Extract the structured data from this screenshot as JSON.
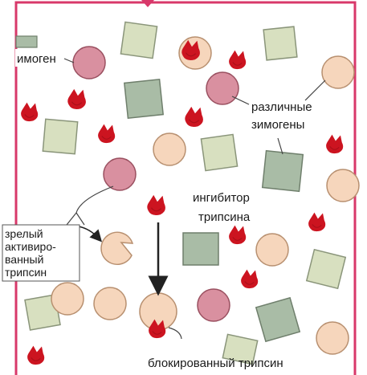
{
  "colors": {
    "border": "#d8386a",
    "zymogen_circle": "#d990a0",
    "pale_circle": "#f6d6bc",
    "gray_square": "#a9bca6",
    "pale_square": "#d8e0c0",
    "inhibitor": "#cc1420",
    "line": "#444444"
  },
  "labels": {
    "zymogen": "имоген",
    "various_zymogens_1": "различные",
    "various_zymogens_2": "зимогены",
    "inhibitor_1": "ингибитор",
    "inhibitor_2": "трипсина",
    "mature_1": "зрелый",
    "mature_2": "активиро-",
    "mature_3": "ванный",
    "mature_4": "трипсин",
    "blocked": "блокированный трипсин"
  }
}
